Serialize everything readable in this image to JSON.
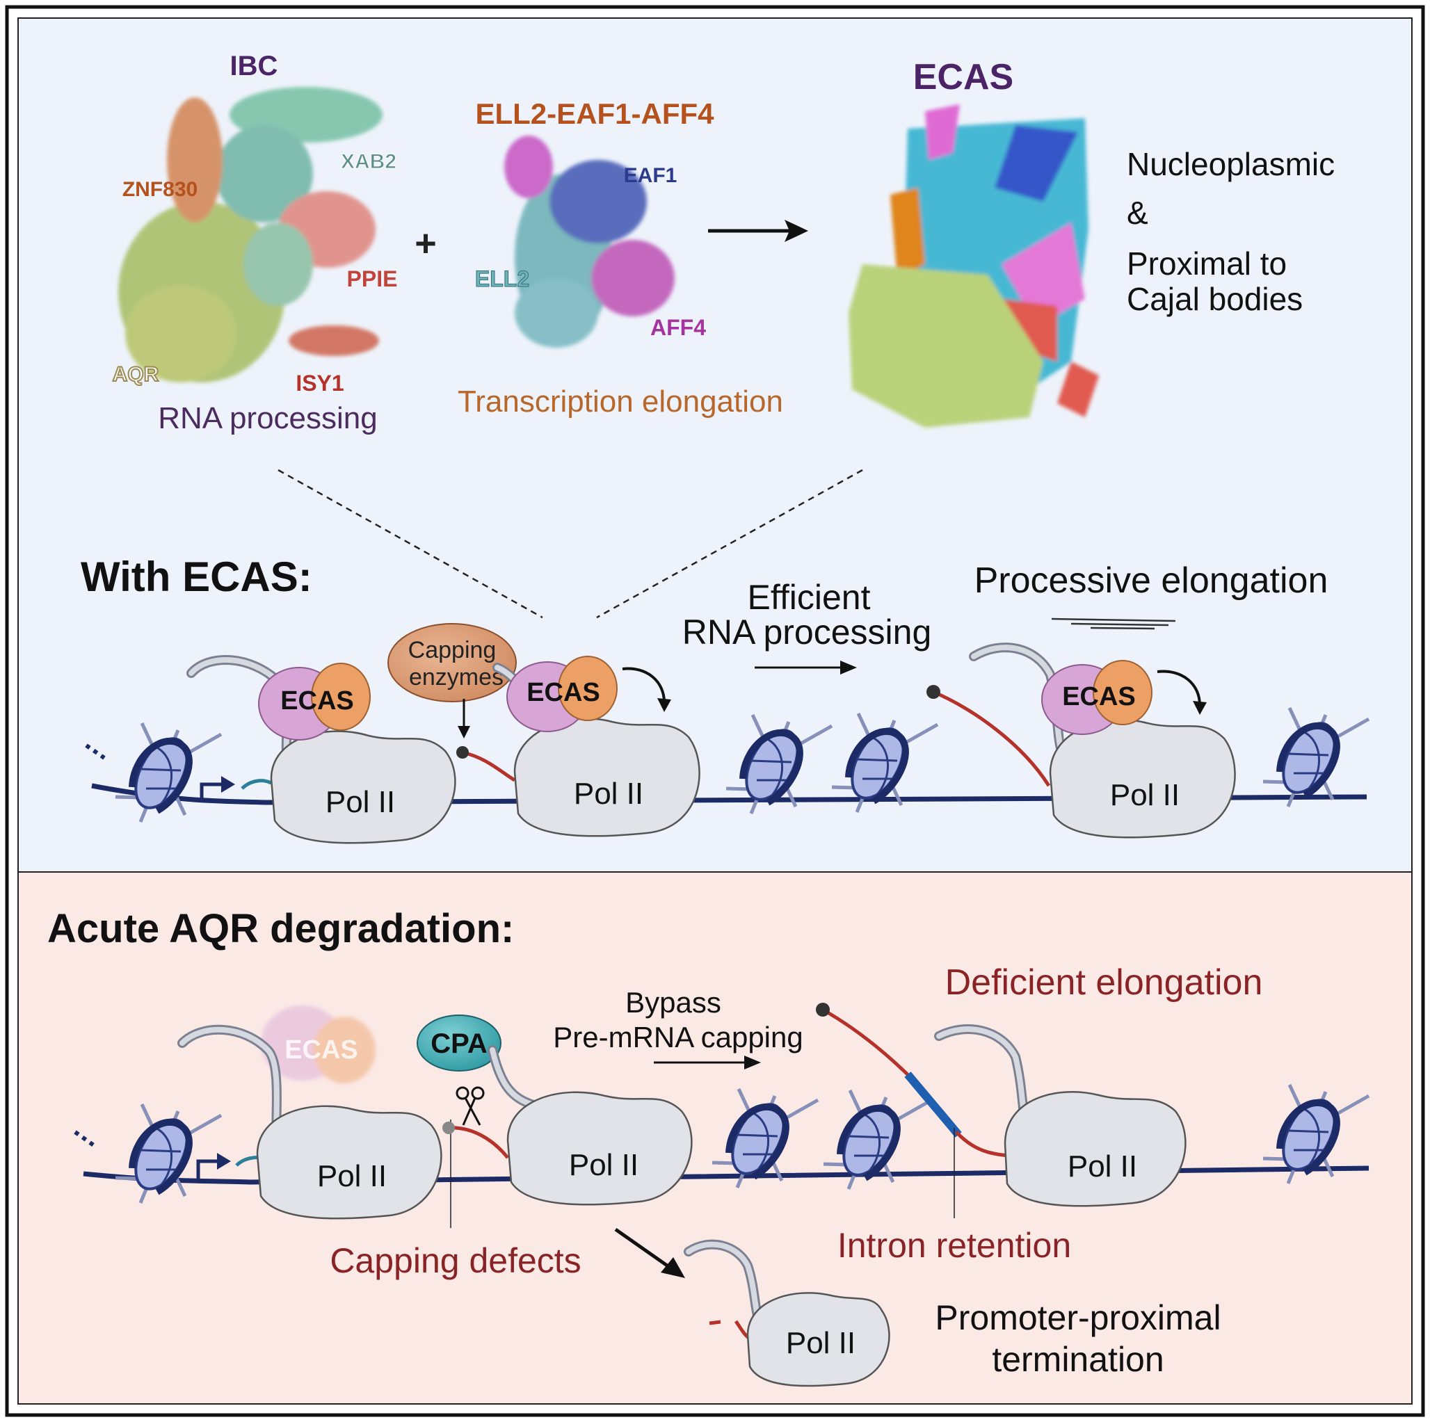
{
  "top": {
    "ibc": {
      "title": "IBC",
      "subunits": [
        "XAB2",
        "ZNF830",
        "PPIE",
        "AQR",
        "ISY1"
      ],
      "caption": "RNA processing"
    },
    "plus": "+",
    "ell": {
      "title": "ELL2-EAF1-AFF4",
      "subunits": [
        "EAF1",
        "ELL2",
        "AFF4"
      ],
      "caption": "Transcription elongation"
    },
    "ecas": {
      "title": "ECAS",
      "note_lines": [
        "Nucleoplasmic",
        "&",
        "Proximal to",
        "Cajal bodies"
      ]
    }
  },
  "with_ecas": {
    "title": "With ECAS:",
    "ecas_label": "ECAS",
    "capping_enzymes": [
      "Capping",
      "enzymes"
    ],
    "efficient": [
      "Efficient",
      "RNA processing"
    ],
    "processive": "Processive elongation",
    "pol_label": "Pol II"
  },
  "aqr": {
    "title": "Acute AQR degradation:",
    "ecas_faded": "ECAS",
    "cpa": "CPA",
    "bypass": [
      "Bypass",
      "Pre-mRNA capping"
    ],
    "deficient": "Deficient elongation",
    "capping_defects": "Capping defects",
    "intron_retention": "Intron retention",
    "promoter_proximal": [
      "Promoter-proximal",
      "termination"
    ],
    "pol_label": "Pol II"
  },
  "colors": {
    "top_bg": "#eef3fb",
    "bottom_bg": "#fbe9e6",
    "dna": "#1c2a66",
    "pol": "#e1e3e9",
    "rna": "#b5322a",
    "dark_red_text": "#8a2325",
    "ecas_title": "#4a2466",
    "ell_title": "#b5511c",
    "caption_orange": "#b8672a",
    "caption_purple": "#4c2b5e"
  }
}
